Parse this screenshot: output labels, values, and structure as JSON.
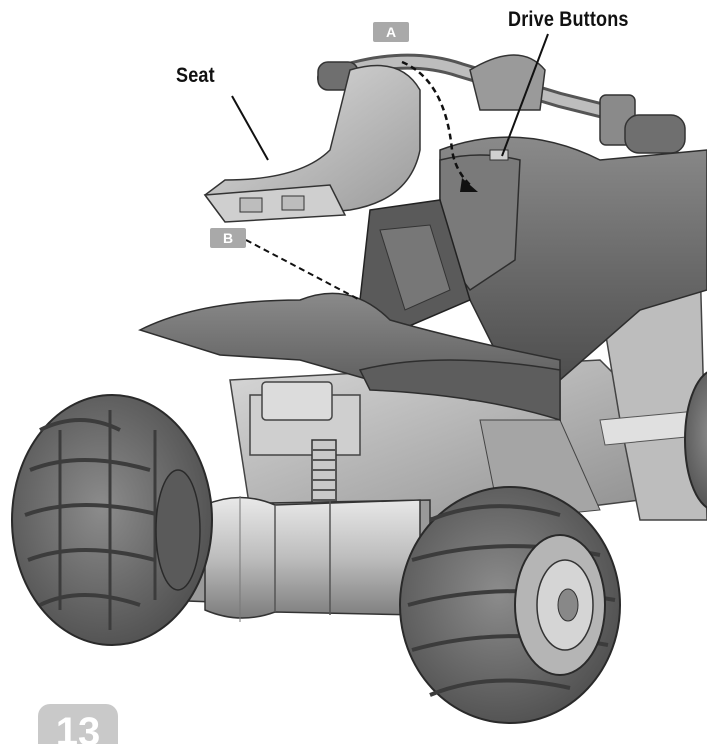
{
  "labels": {
    "seat": "Seat",
    "drive_buttons": "Drive Buttons",
    "marker_a": "A",
    "marker_b": "B"
  },
  "step_number": "13",
  "colors": {
    "marker_fill": "#a9a9a9",
    "body_plastic": "#6e6e6e",
    "tire": "#6a6a6a",
    "chrome": "#cfcfcf",
    "background": "#ffffff"
  }
}
